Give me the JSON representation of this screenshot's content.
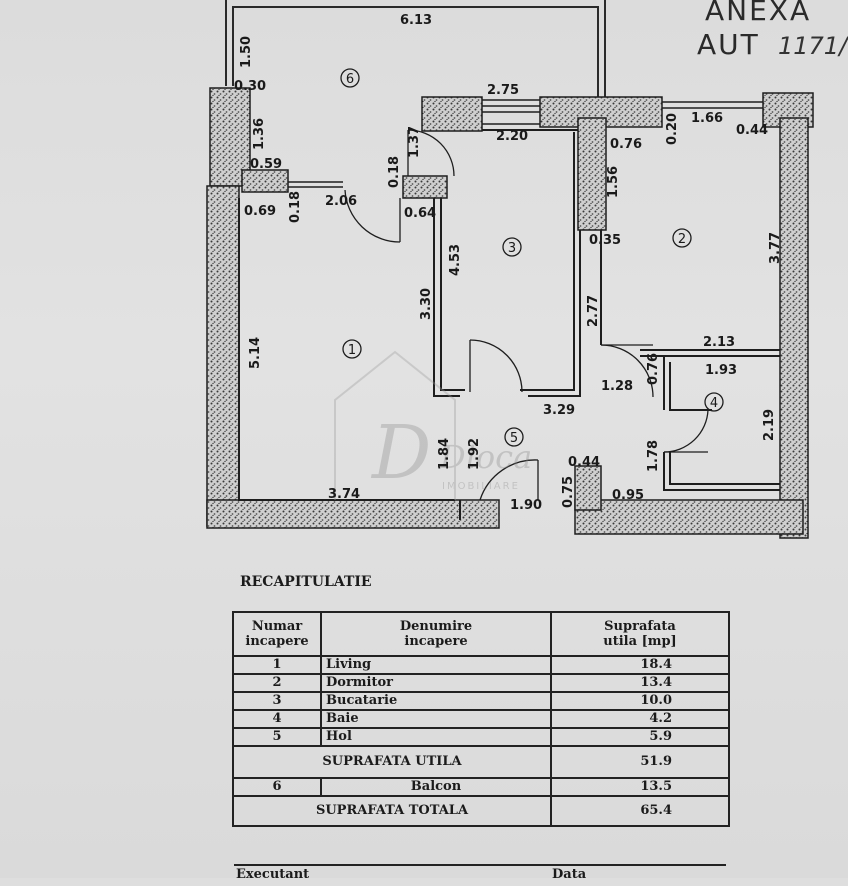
{
  "stamp": {
    "line1": "ANEXA",
    "line2": "AUT",
    "line2_hand": "1171/"
  },
  "watermark": {
    "initial": "D",
    "brand": "Dioca",
    "sub": "IMOBILIARE"
  },
  "dims": {
    "d613": "6.13",
    "d150": "1.50",
    "d030": "0.30",
    "d136": "1.36",
    "d059": "0.59",
    "d069": "0.69",
    "d018a": "0.18",
    "d206": "2.06",
    "d018b": "0.18",
    "d137": "1.37",
    "d064": "0.64",
    "d275": "2.75",
    "d220": "2.20",
    "d020": "0.20",
    "d166": "1.66",
    "d044a": "0.44",
    "d076a": "0.76",
    "d156": "1.56",
    "d035": "0.35",
    "d377": "3.77",
    "d453": "4.53",
    "d330": "3.30",
    "d514": "5.14",
    "d277": "2.77",
    "d213": "2.13",
    "d076b": "0.76",
    "d193": "1.93",
    "d128": "1.28",
    "d329": "3.29",
    "d219": "2.19",
    "d184": "1.84",
    "d192": "1.92",
    "d178": "1.78",
    "d044b": "0.44",
    "d075": "0.75",
    "d095": "0.95",
    "d374": "3.74",
    "d190": "1.90"
  },
  "rooms": {
    "r1": "1",
    "r2": "2",
    "r3": "3",
    "r4": "4",
    "r5": "5",
    "r6": "6"
  },
  "recap": {
    "title": "RECAPITULATIE",
    "head": {
      "nr_1": "Numar",
      "nr_2": "incapere",
      "den_1": "Denumire",
      "den_2": "incapere",
      "sup_1": "Suprafata",
      "sup_2": "utila  [mp]"
    },
    "rows": [
      {
        "nr": "1",
        "name": "Living",
        "area": "18.4"
      },
      {
        "nr": "2",
        "name": "Dormitor",
        "area": "13.4"
      },
      {
        "nr": "3",
        "name": "Bucatarie",
        "area": "10.0"
      },
      {
        "nr": "4",
        "name": "Baie",
        "area": "4.2"
      },
      {
        "nr": "5",
        "name": "Hol",
        "area": "5.9"
      }
    ],
    "utila_label": "SUPRAFATA  UTILA",
    "utila_value": "51.9",
    "balcon": {
      "nr": "6",
      "name": "Balcon",
      "area": "13.5"
    },
    "totala_label": "SUPRAFATA  TOTALA",
    "totala_value": "65.4",
    "footer_left": "Executant",
    "footer_right": "Data"
  }
}
